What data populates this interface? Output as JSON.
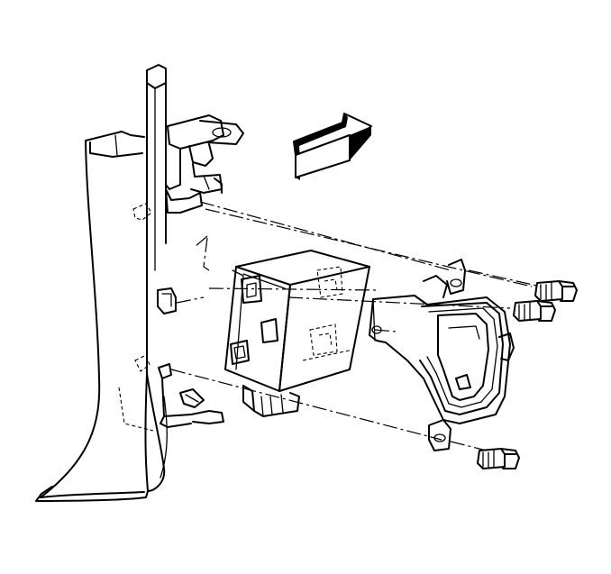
{
  "diagram": {
    "parts": [
      {
        "id": "pillar-trim",
        "icon": "pillar-trim-panel"
      },
      {
        "id": "upper-bracket",
        "icon": "upper-mounting-bracket"
      },
      {
        "id": "lower-bracket",
        "icon": "lower-mounting-bracket"
      },
      {
        "id": "control-module",
        "icon": "electronic-control-module"
      },
      {
        "id": "mounting-bracket",
        "icon": "module-mounting-bracket"
      },
      {
        "id": "bolt-top",
        "icon": "bolt-icon"
      },
      {
        "id": "bolt-middle",
        "icon": "bolt-icon"
      },
      {
        "id": "bolt-bottom",
        "icon": "bolt-icon"
      },
      {
        "id": "direction-arrow",
        "icon": "forward-arrow-icon"
      }
    ],
    "colors": {
      "line": "#000000",
      "background": "#ffffff"
    }
  }
}
